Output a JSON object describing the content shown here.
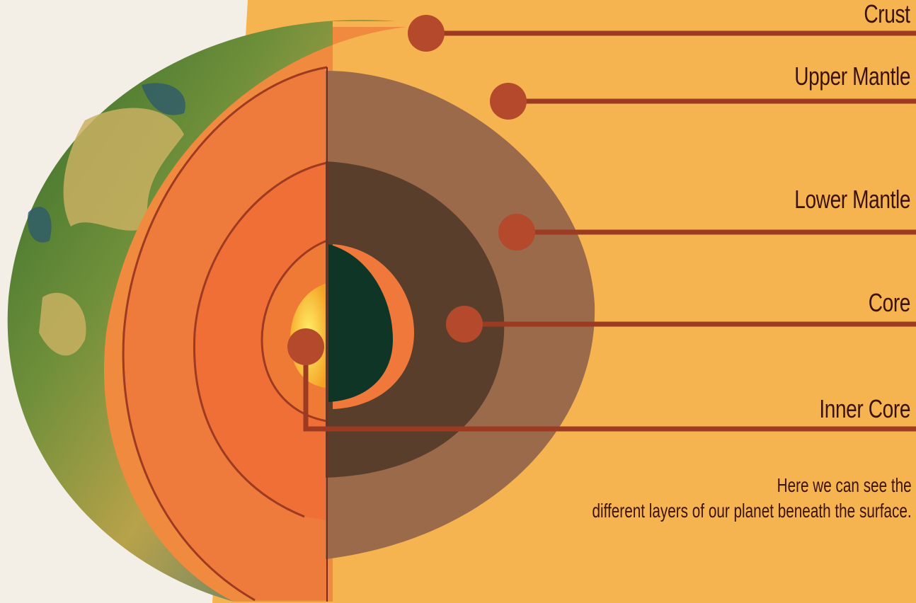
{
  "layers": [
    {
      "id": "crust",
      "label": "Crust"
    },
    {
      "id": "upper-mantle",
      "label": "Upper Mantle"
    },
    {
      "id": "lower-mantle",
      "label": "Lower Mantle"
    },
    {
      "id": "core",
      "label": "Core"
    },
    {
      "id": "inner-core",
      "label": "Inner Core"
    }
  ],
  "caption": {
    "line1": "Here we can see the",
    "line2": "different layers of our planet beneath the surface."
  },
  "colors": {
    "background": "#f6b451",
    "label_text": "#3a1208",
    "leader_line": "#9c3a22",
    "marker": "#b5492b"
  }
}
